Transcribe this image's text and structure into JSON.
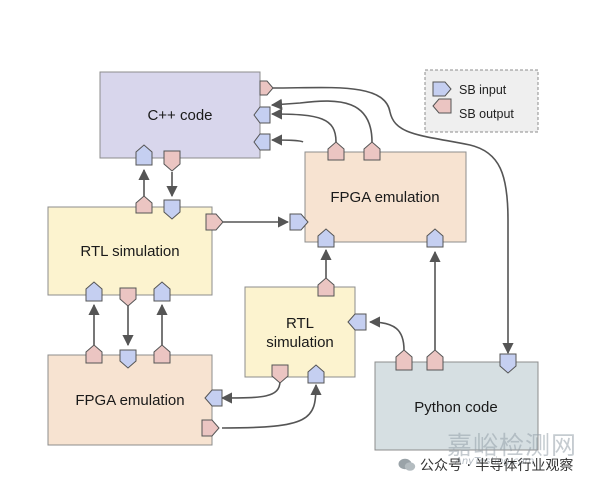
{
  "blocks": {
    "cpp": "C++ code",
    "rtl_big": "RTL simulation",
    "fpga_top": "FPGA emulation",
    "rtl_small": [
      "RTL",
      "simulation"
    ],
    "fpga_bottom": "FPGA emulation",
    "python": "Python code"
  },
  "legend": {
    "input": "SB input",
    "output": "SB output"
  },
  "colors": {
    "cpp": "#d8d6ec",
    "rtl": "#fcf3cf",
    "fpga": "#f7e3d1",
    "python": "#d6dfe2",
    "sb_input": "#c5cff1",
    "sb_output": "#ebc5c2",
    "legend_bg": "#efefef"
  },
  "icons": {
    "input": "sb-input-port-icon",
    "output": "sb-output-port-icon"
  },
  "watermark": {
    "main": "嘉峪检测网",
    "sub": "AnyTesting.com"
  },
  "caption": "公众号 · 半导体行业观察"
}
